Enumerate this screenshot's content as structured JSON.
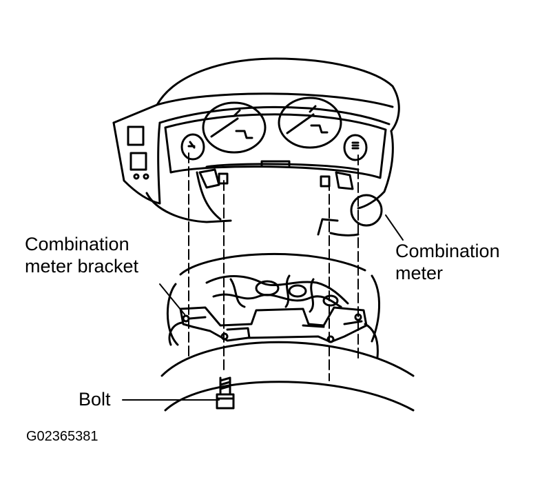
{
  "labels": {
    "bracket_line1": "Combination",
    "bracket_line2": "meter bracket",
    "meter_line1": "Combination",
    "meter_line2": "meter",
    "bolt": "Bolt"
  },
  "figure_code": "G02365381"
}
